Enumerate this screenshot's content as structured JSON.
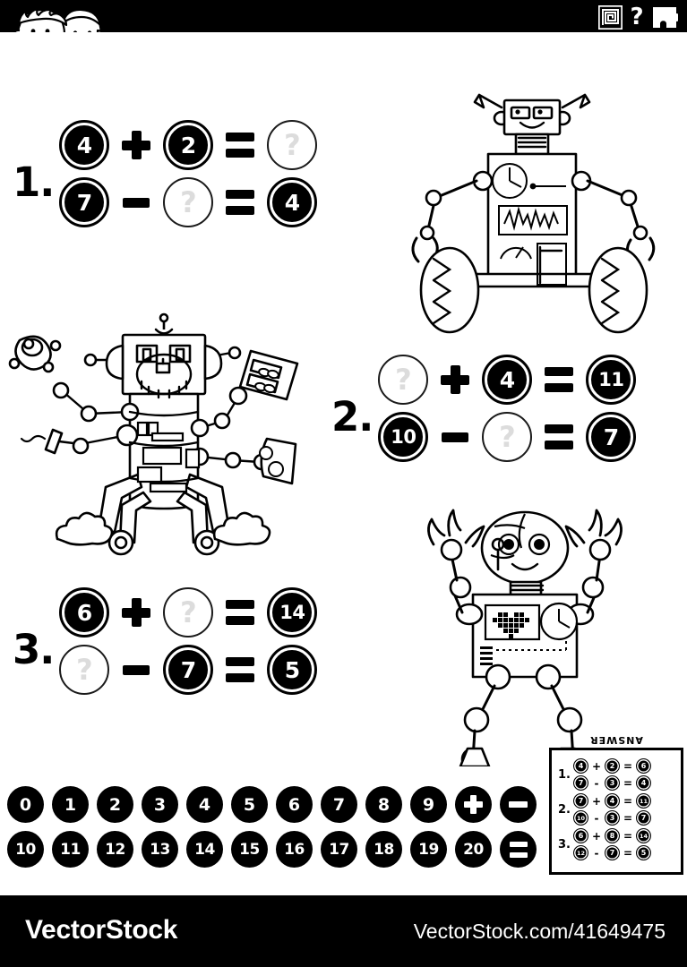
{
  "header": {
    "logo_alt": "two cartoon kids faces",
    "icons": [
      "maze-icon",
      "question-mark-icon",
      "puzzle-piece-icon"
    ]
  },
  "worksheet": {
    "blocks": [
      {
        "index": "1.",
        "rows": [
          {
            "a": "4",
            "op": "+",
            "b": "2",
            "eq": "=",
            "result": "?"
          },
          {
            "a": "7",
            "op": "-",
            "b": "?",
            "eq": "=",
            "result": "4"
          }
        ]
      },
      {
        "index": "2.",
        "rows": [
          {
            "a": "?",
            "op": "+",
            "b": "4",
            "eq": "=",
            "result": "11"
          },
          {
            "a": "10",
            "op": "-",
            "b": "?",
            "eq": "=",
            "result": "7"
          }
        ]
      },
      {
        "index": "3.",
        "rows": [
          {
            "a": "6",
            "op": "+",
            "b": "?",
            "eq": "=",
            "result": "14"
          },
          {
            "a": "?",
            "op": "-",
            "b": "7",
            "eq": "=",
            "result": "5"
          }
        ]
      }
    ]
  },
  "number_bank": {
    "row1": [
      "0",
      "1",
      "2",
      "3",
      "4",
      "5",
      "6",
      "7",
      "8",
      "9",
      "+",
      "-"
    ],
    "row2": [
      "10",
      "11",
      "12",
      "13",
      "14",
      "15",
      "16",
      "17",
      "18",
      "19",
      "20",
      "="
    ]
  },
  "answer_key": {
    "label": "ANSWER",
    "groups": [
      {
        "index": "1.",
        "rows": [
          {
            "a": "4",
            "op": "+",
            "b": "2",
            "eq": "=",
            "result": "6"
          },
          {
            "a": "7",
            "op": "-",
            "b": "3",
            "eq": "=",
            "result": "4"
          }
        ]
      },
      {
        "index": "2.",
        "rows": [
          {
            "a": "7",
            "op": "+",
            "b": "4",
            "eq": "=",
            "result": "11"
          },
          {
            "a": "10",
            "op": "-",
            "b": "3",
            "eq": "=",
            "result": "7"
          }
        ]
      },
      {
        "index": "3.",
        "rows": [
          {
            "a": "6",
            "op": "+",
            "b": "8",
            "eq": "=",
            "result": "14"
          },
          {
            "a": "12",
            "op": "-",
            "b": "7",
            "eq": "=",
            "result": "5"
          }
        ]
      }
    ]
  },
  "illustrations": [
    {
      "name": "wheeled-robot",
      "description": "robot with antennae, gauges and wheels"
    },
    {
      "name": "multi-arm-robot",
      "description": "cylindrical robot with many arms and smoke clouds"
    },
    {
      "name": "happy-robot",
      "description": "robot with raised claws and heart display"
    }
  ],
  "footer": {
    "brand": "VectorStock",
    "url": "VectorStock.com/41649475"
  },
  "colors": {
    "ink": "#000000",
    "paper": "#ffffff",
    "blank_mark": "#dcdcdc"
  }
}
